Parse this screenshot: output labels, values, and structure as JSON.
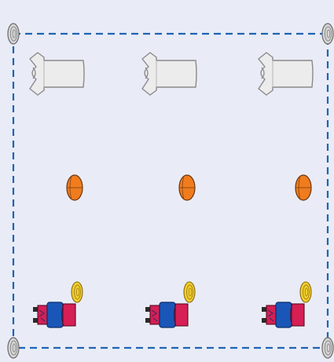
{
  "diagram": {
    "background_color": "#e9ecf6",
    "boundary": {
      "style": "dashed",
      "color": "#1f63b4"
    },
    "corner_cone": {
      "icon": "cone-icon",
      "color": "#d6d6d6"
    },
    "rows": [
      {
        "name": "shirts",
        "icon": "shirt-icon",
        "count": 3,
        "color": "#ececec"
      },
      {
        "name": "balls",
        "icon": "ball-icon",
        "count": 3,
        "color": "#f07c1e"
      },
      {
        "name": "players",
        "icon": "player-icon",
        "count": 3,
        "colors": {
          "red": "#d61f54",
          "blue": "#1a56b8",
          "cone": "#f2cf2c",
          "shoe": "#2a2a2a"
        }
      }
    ]
  }
}
